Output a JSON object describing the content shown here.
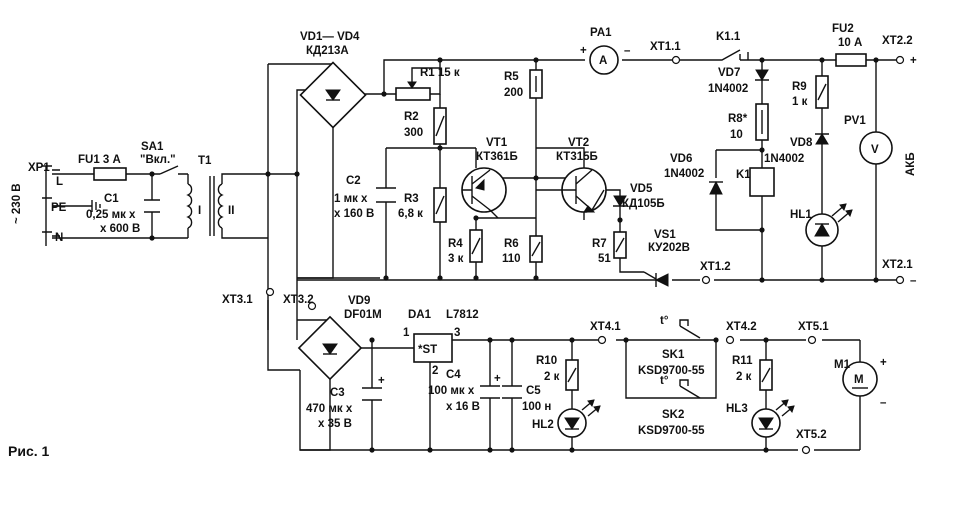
{
  "figure_caption": "Рис. 1",
  "labels": {
    "xp1": "XP1",
    "mains": "~ 230 В",
    "L": "L",
    "PE": "PE",
    "N": "N",
    "fu1": "FU1  3 А",
    "sa1": "SA1",
    "sa1_note": "\"Вкл.\"",
    "c1": "C1",
    "c1_v1": "0,25 мк х",
    "c1_v2": "х 600 В",
    "t1": "T1",
    "t1_i": "I",
    "t1_ii": "II",
    "vd14": "VD1— VD4",
    "vd14_t": "КД213А",
    "r1": "R1  15 к",
    "r2": "R2",
    "r2_v": "300",
    "c2": "C2",
    "c2_v1": "1 мк х",
    "c2_v2": "х 160 В",
    "r3": "R3",
    "r3_v": "6,8 к",
    "r4": "R4",
    "r4_v": "3 к",
    "vt1": "VT1",
    "vt1_t": "КТ361Б",
    "r5": "R5",
    "r5_v": "200",
    "r6": "R6",
    "r6_v": "110",
    "vt2": "VT2",
    "vt2_t": "КТ315Б",
    "vd5": "VD5",
    "vd5_t": "КД105Б",
    "r7": "R7",
    "r7_v": "51",
    "vs1": "VS1",
    "vs1_t": "КУ202В",
    "pa1": "PA1",
    "pa_plus": "+",
    "pa_minus": "–",
    "pa_sym": "A",
    "xt11": "XT1.1",
    "xt12": "XT1.2",
    "k11": "K1.1",
    "vd7": "VD7",
    "vd7_t": "1N4002",
    "r8": "R8*",
    "r8_v": "10",
    "vd6": "VD6",
    "vd6_t": "1N4002",
    "k1": "K1",
    "r9": "R9",
    "r9_v": "1 к",
    "vd8": "VD8",
    "vd8_t": "1N4002",
    "hl1": "HL1",
    "fu2": "FU2",
    "fu2_v": "10 А",
    "xt22": "XT2.2",
    "xt21": "XT2.1",
    "pv1": "PV1",
    "pv_sym": "V",
    "akb": "АКБ",
    "out_plus": "+",
    "out_minus": "–",
    "xt31": "XT3.1",
    "xt32": "XT3.2",
    "vd9": "VD9",
    "vd9_t": "DF01M",
    "da1": "DA1",
    "da1_t": "L7812",
    "da1_core": "*ST",
    "da1_p1": "1",
    "da1_p2": "2",
    "da1_p3": "3",
    "c3": "C3",
    "c3_v1": "470 мк х",
    "c3_v2": "х 35 В",
    "c4": "C4",
    "c4_v1": "100 мк х",
    "c4_v2": "х 16 В",
    "c5": "C5",
    "c5_v": "100 н",
    "r10": "R10",
    "r10_v": "2 к",
    "hl2": "HL2",
    "xt41": "XT4.1",
    "xt42": "XT4.2",
    "sk1": "SK1",
    "sk1_t": "KSD9700-55",
    "sk2": "SK2",
    "sk2_t": "KSD9700-55",
    "t_deg": "t°",
    "r11": "R11",
    "r11_v": "2 к",
    "hl3": "HL3",
    "xt51": "XT5.1",
    "xt52": "XT5.2",
    "m1": "M1",
    "m_sym": "M",
    "m_plus": "+",
    "m_minus": "–",
    "cap_plus": "+"
  }
}
